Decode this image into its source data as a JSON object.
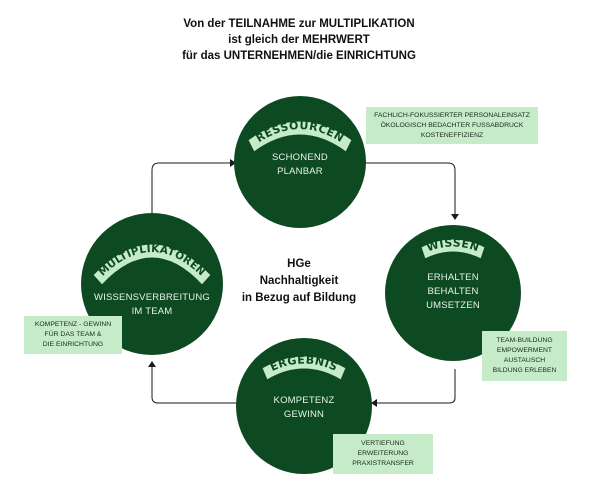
{
  "title": {
    "line1": "Von der TEILNAHME zur MULTIPLIKATION",
    "line2": "ist gleich der MEHRWERT",
    "line3": "für das UNTERNEHMEN/die EINRICHTUNG"
  },
  "center": {
    "line1": "HGe",
    "line2": "Nachhaltigkeit",
    "line3": "in Bezug auf Bildung"
  },
  "nodes": {
    "ressourcen": {
      "badge": "RESSOURCEN",
      "line1": "SCHONEND",
      "line2": "PLANBAR",
      "note": [
        "FACHLICH-FOKUSSIERTER PERSONALEINSATZ",
        "ÖKOLOGISCH BEDACHTER FUSSABDRUCK",
        "KOSTENEFFIZIENZ"
      ]
    },
    "wissen": {
      "badge": "WISSEN",
      "line1": "ERHALTEN",
      "line2": "BEHALTEN",
      "line3": "UMSETZEN",
      "note": [
        "TEAM-BUILDUNG",
        "EMPOWERMENT",
        "AUSTAUSCH",
        "BILDUNG ERLEBEN"
      ]
    },
    "ergebnis": {
      "badge": "ERGEBNIS",
      "line1": "KOMPETENZ",
      "line2": "GEWINN",
      "note": [
        "VERTIEFUNG",
        "ERWEITERUNG",
        "PRAXISTRANSFER"
      ]
    },
    "multiplikatoren": {
      "badge": "MULTIPLIKATOREN",
      "line1": "WISSENSVERBREITUNG",
      "line2": "IM TEAM",
      "note": [
        "KOMPETENZ - GEWINN",
        "FÜR DAS TEAM &",
        "DIE EINRICHTUNG"
      ]
    }
  },
  "colors": {
    "circle": "#0d4a22",
    "badge": "#c5ebc9",
    "note": "#c5ebc9",
    "arrow": "#1a1a1a"
  }
}
